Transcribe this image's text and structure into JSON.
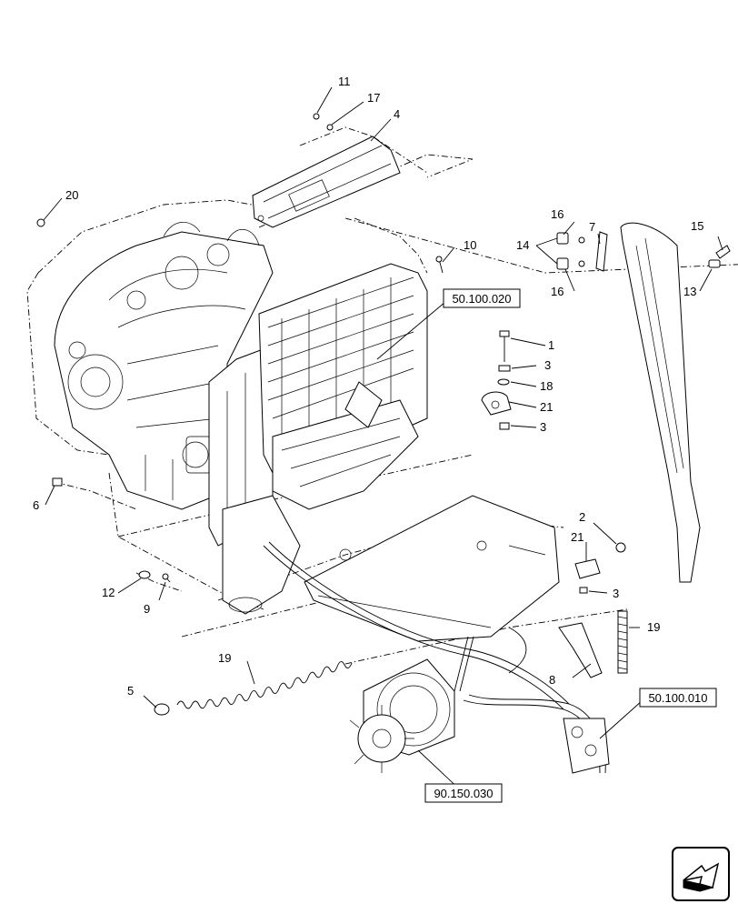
{
  "callouts": {
    "c1": "1",
    "c2": "2",
    "c3a": "3",
    "c3b": "3",
    "c3c": "3",
    "c4": "4",
    "c5": "5",
    "c6": "6",
    "c7": "7",
    "c8": "8",
    "c9": "9",
    "c10": "10",
    "c11": "11",
    "c12": "12",
    "c13": "13",
    "c14": "14",
    "c15": "15",
    "c16a": "16",
    "c16b": "16",
    "c17": "17",
    "c18": "18",
    "c19a": "19",
    "c19b": "19",
    "c20": "20",
    "c21a": "21",
    "c21b": "21"
  },
  "references": {
    "cooling": "50.100.020",
    "hydraulic": "50.100.010",
    "drive": "90.150.030"
  },
  "nav": {
    "icon": "next-page-arrow-icon"
  }
}
